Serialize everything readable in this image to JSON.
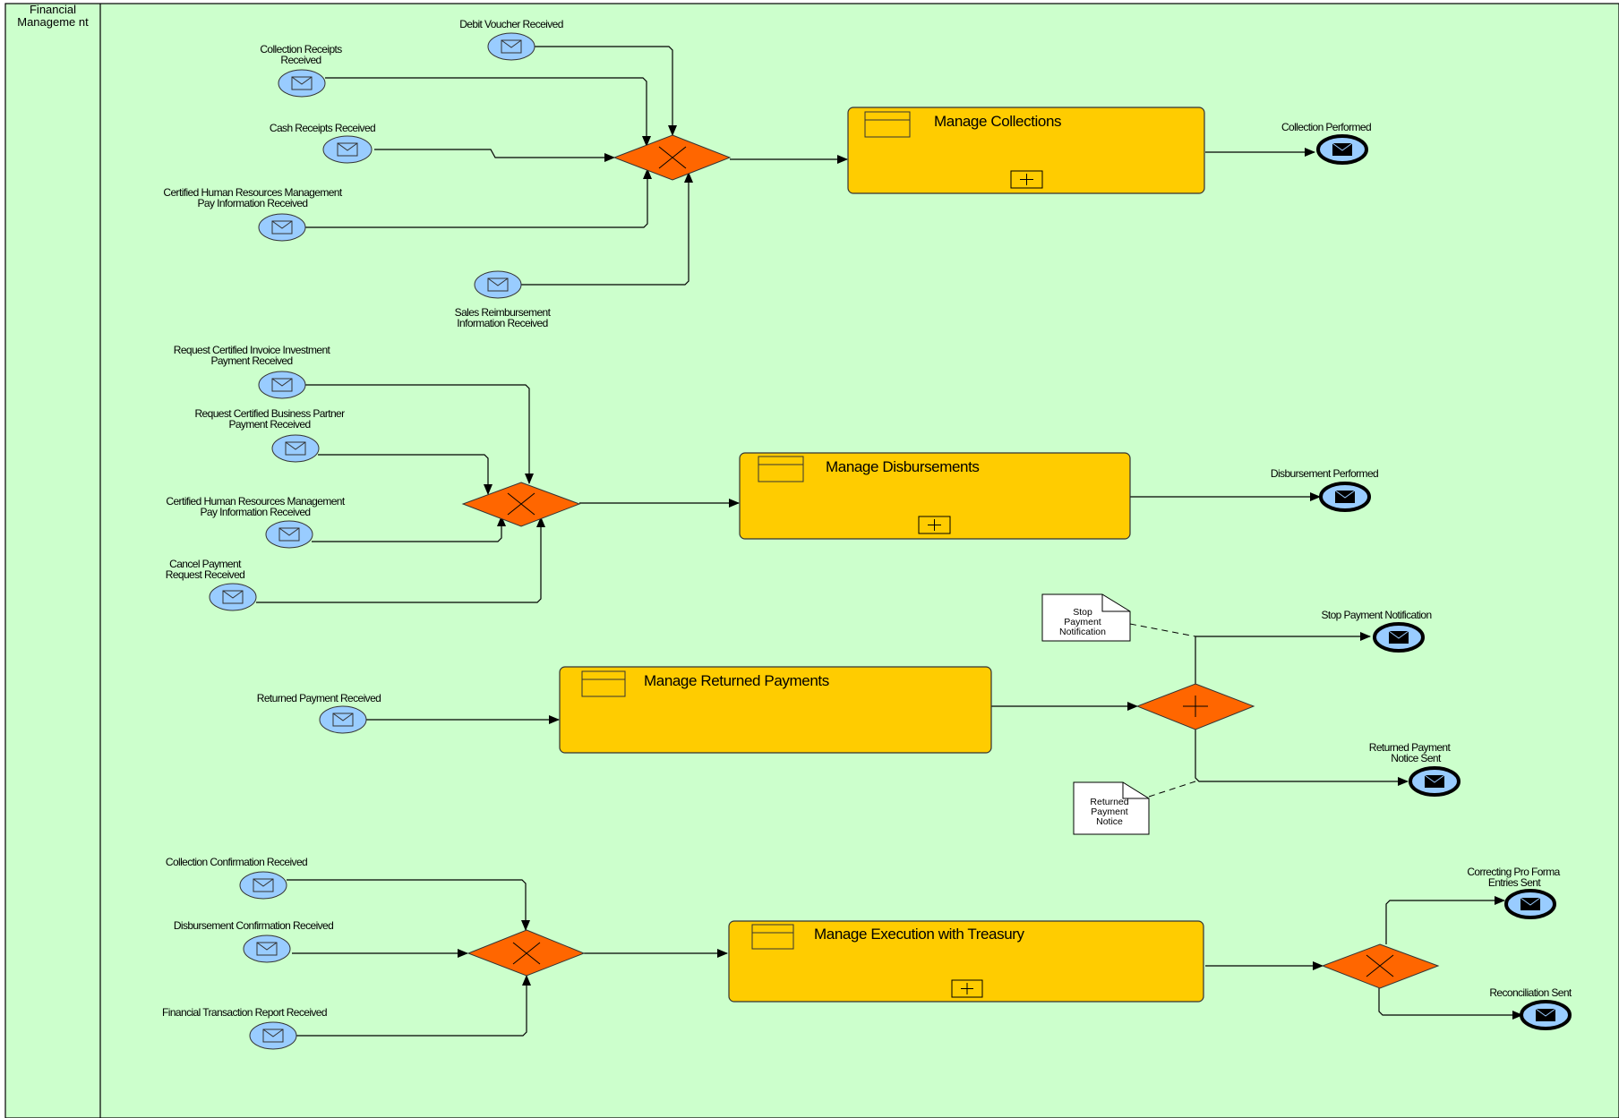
{
  "lane": {
    "title": "Financial Manageme nt"
  },
  "colors": {
    "background": "#ccffcc",
    "task": "#ffcc00",
    "gateway": "#ff6600",
    "start_event": "#99ccff",
    "end_event": "#99ccff"
  },
  "start_events": [
    {
      "id": "debit-voucher",
      "label": [
        "Debit Voucher Received"
      ]
    },
    {
      "id": "collection-receipts",
      "label": [
        "Collection Receipts",
        "Received"
      ]
    },
    {
      "id": "cash-receipts",
      "label": [
        "Cash Receipts Received"
      ]
    },
    {
      "id": "chrm-pay-1",
      "label": [
        "Certified Human Resources Management",
        "Pay Information Received"
      ]
    },
    {
      "id": "sales-reimbursement",
      "label": [
        "Sales Reimbursement",
        "Information Received"
      ]
    },
    {
      "id": "invoice-investment",
      "label": [
        "Request Certified Invoice Investment",
        "Payment Received"
      ]
    },
    {
      "id": "business-partner",
      "label": [
        "Request Certified Business Partner",
        "Payment Received"
      ]
    },
    {
      "id": "chrm-pay-2",
      "label": [
        "Certified Human Resources Management",
        "Pay Information Received"
      ]
    },
    {
      "id": "cancel-payment",
      "label": [
        "Cancel Payment",
        "Request Received"
      ]
    },
    {
      "id": "returned-payment",
      "label": [
        "Returned Payment Received"
      ]
    },
    {
      "id": "collection-confirmation",
      "label": [
        "Collection Confirmation Received"
      ]
    },
    {
      "id": "disbursement-confirmation",
      "label": [
        "Disbursement Confirmation Received"
      ]
    },
    {
      "id": "financial-transaction",
      "label": [
        "Financial Transaction Report Received"
      ]
    }
  ],
  "end_events": [
    {
      "id": "collection-performed",
      "label": [
        "Collection Performed"
      ]
    },
    {
      "id": "disbursement-performed",
      "label": [
        "Disbursement Performed"
      ]
    },
    {
      "id": "stop-payment-notification",
      "label": [
        "Stop Payment Notification"
      ]
    },
    {
      "id": "returned-payment-notice-sent",
      "label": [
        "Returned Payment",
        "Notice Sent"
      ]
    },
    {
      "id": "correcting-pro-forma",
      "label": [
        "Correcting Pro Forma",
        "Entries Sent"
      ]
    },
    {
      "id": "reconciliation-sent",
      "label": [
        "Reconciliation Sent"
      ]
    }
  ],
  "tasks": [
    {
      "id": "manage-collections",
      "label": "Manage Collections",
      "subprocess": true
    },
    {
      "id": "manage-disbursements",
      "label": "Manage Disbursements",
      "subprocess": true
    },
    {
      "id": "manage-returned-payments",
      "label": "Manage Returned Payments",
      "subprocess": false
    },
    {
      "id": "manage-execution-treasury",
      "label": "Manage Execution with Treasury",
      "subprocess": true
    }
  ],
  "gateways": [
    {
      "id": "gw-collections",
      "type": "exclusive"
    },
    {
      "id": "gw-disbursements",
      "type": "exclusive"
    },
    {
      "id": "gw-returned",
      "type": "parallel"
    },
    {
      "id": "gw-treasury-in",
      "type": "exclusive"
    },
    {
      "id": "gw-treasury-out",
      "type": "exclusive"
    }
  ],
  "data_objects": [
    {
      "id": "stop-payment-notification-doc",
      "label": [
        "Stop",
        "Payment",
        "Notification"
      ]
    },
    {
      "id": "returned-payment-notice-doc",
      "label": [
        "Returned",
        "Payment",
        "Notice"
      ]
    }
  ]
}
